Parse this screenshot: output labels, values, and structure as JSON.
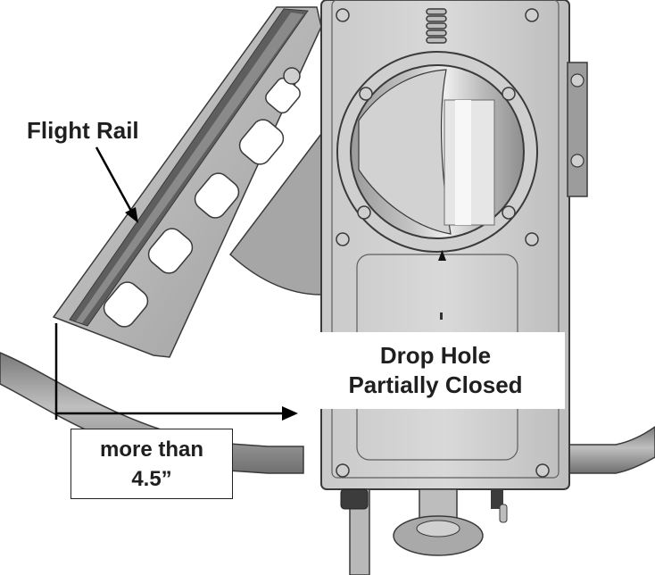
{
  "labels": {
    "flight_rail": "Flight Rail",
    "drop_hole_line1": "Drop Hole",
    "drop_hole_line2": "Partially Closed",
    "distance_line1": "more than",
    "distance_line2": "4.5”"
  },
  "colors": {
    "metal_light": "#d6d6d6",
    "metal_mid": "#a9a9a9",
    "metal_dark": "#5e5e5e",
    "outline": "#3a3a3a",
    "text": "#1f1f1f",
    "arrow": "#000000"
  }
}
